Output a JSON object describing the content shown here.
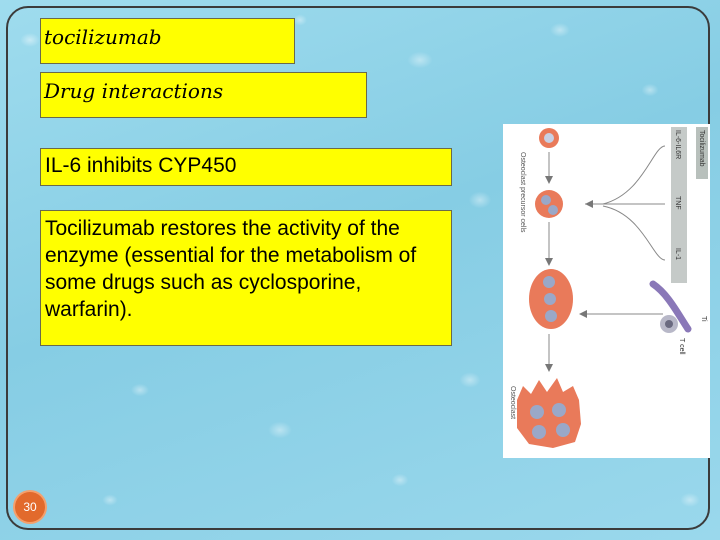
{
  "slide": {
    "title": "tocilizumab",
    "subtitle": "Drug interactions",
    "point1": "IL-6 inhibits CYP450",
    "point2": "Tocilizumab restores the activity of the enzyme (essential for the metabolism of some drugs such as cyclosporine, warfarin).",
    "page_number": "30"
  },
  "figure": {
    "drug_label": "Tocilizumab",
    "receptor_labels": [
      "IL-6-IL6R",
      "TNF",
      "IL-1"
    ],
    "precursor_label": "Osteoclast precursor cells",
    "osteoclast_label": "Osteoclast",
    "tcell_label": "T cell",
    "tcell_prefix": "Ti"
  },
  "colors": {
    "box_fill": "#ffff00",
    "page_badge": "#e26a2c",
    "cell_fill": "#e97a5a",
    "nucleus": "#9aa8c8",
    "receptor_box": "#c5cac8",
    "tcell": "#8a78b8"
  }
}
